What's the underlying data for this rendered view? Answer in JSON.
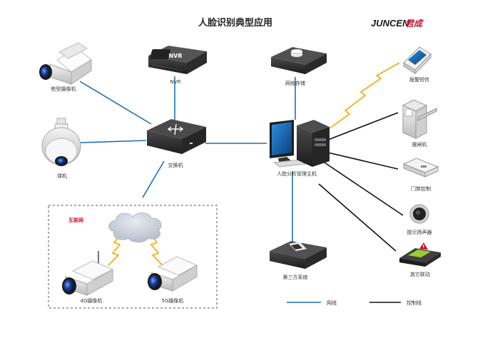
{
  "title": "人脸识别典型应用",
  "brand": {
    "latin": "JUNCEN",
    "chinese": "君成"
  },
  "nodes": {
    "box_camera": "枪型摄像机",
    "nvr_label": "NVR",
    "nvr_badge": "NVR",
    "storage": "网络存储",
    "sms_alarm": "报警短信",
    "dome_camera": "球机",
    "switch": "交换机",
    "face_host": "人脸分析管理主机",
    "turnstile": "摆闸机",
    "door_control": "门禁控制",
    "speaker": "提示扬声器",
    "third_party": "第三方系统",
    "other_linkage": "其它联动",
    "internet": "互联网",
    "camera_4g": "4G摄像机",
    "camera_5g": "5G摄像机"
  },
  "legend": {
    "network_line": "网线",
    "control_line": "控制线"
  },
  "colors": {
    "network": "#1f6fb2",
    "control": "#111111",
    "wireless": "#f2a900",
    "accent": "#c8102e"
  }
}
